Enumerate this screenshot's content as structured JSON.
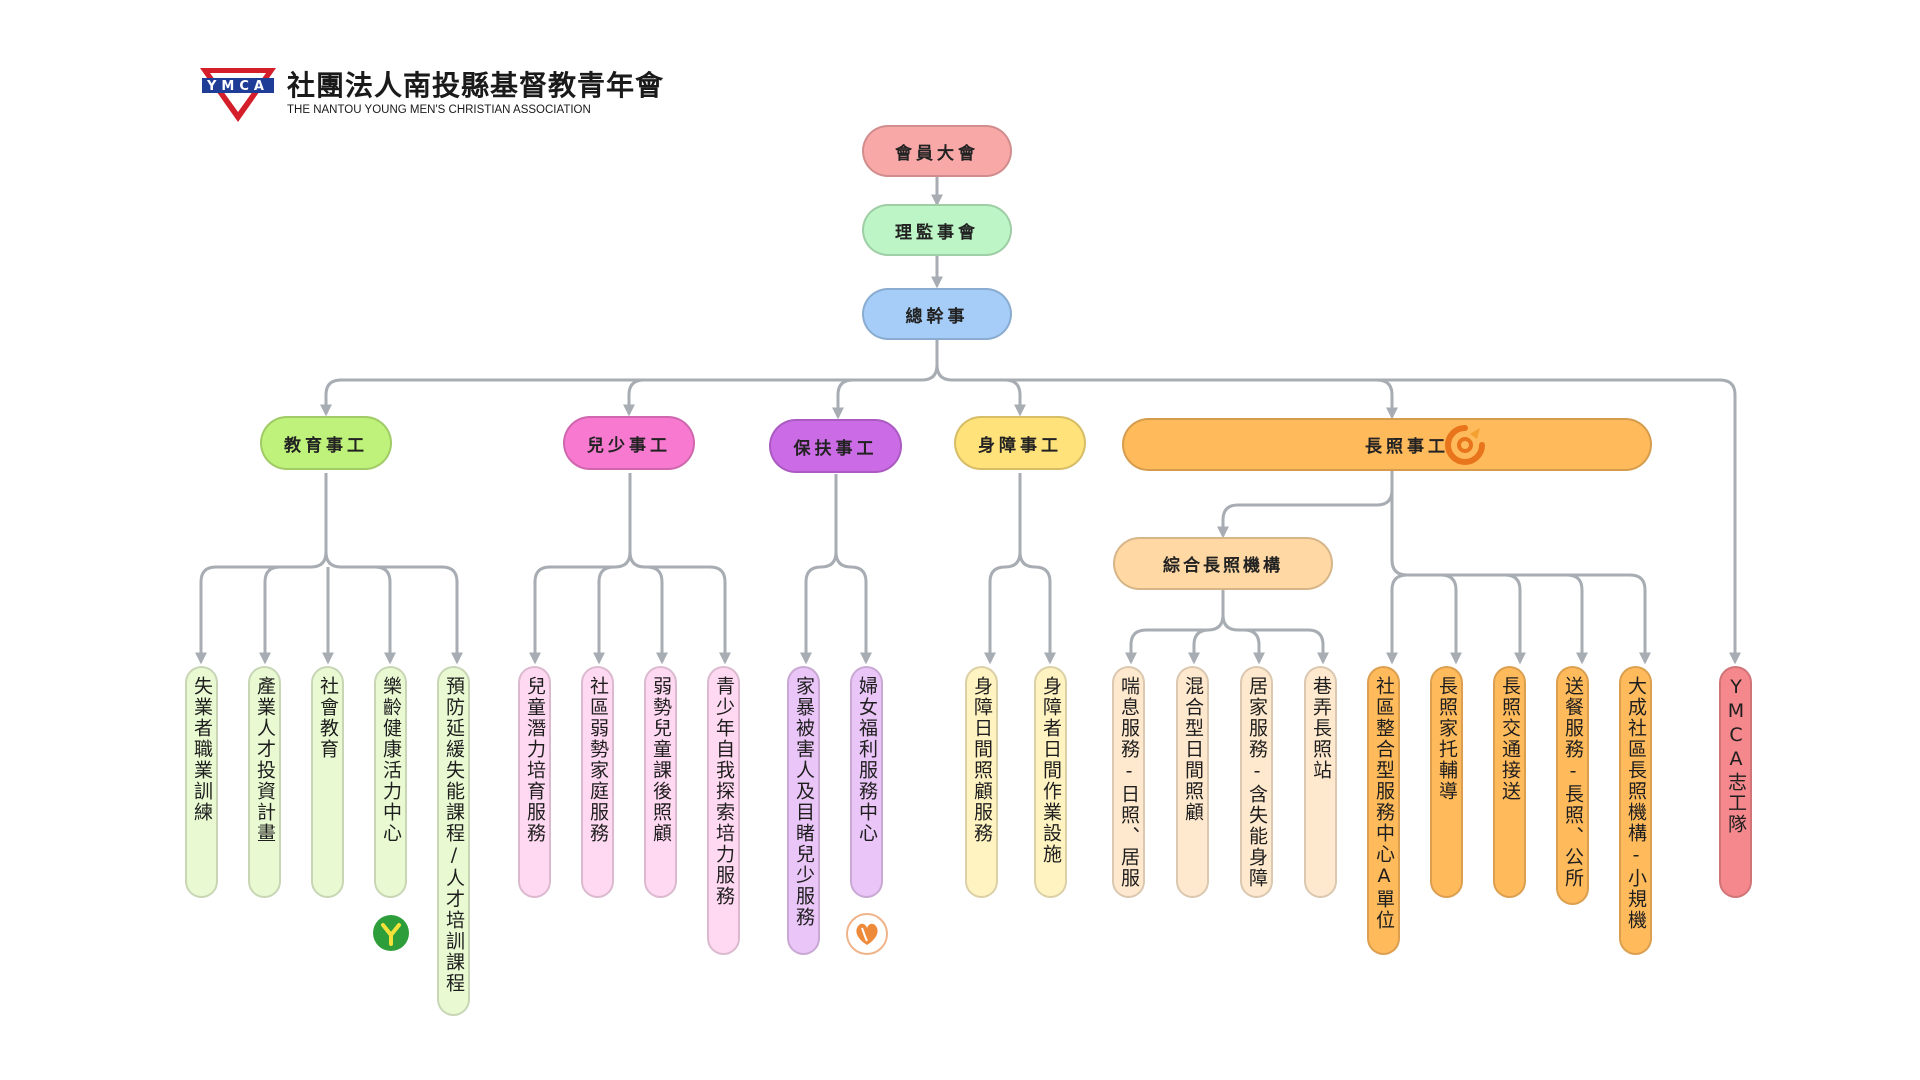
{
  "header": {
    "logo_text": "YMCA",
    "org_name_zh": "社團法人南投縣基督教青年會",
    "org_name_en": "THE NANTOU YOUNG MEN'S CHRISTIAN ASSOCIATION"
  },
  "top": {
    "assembly": "會員大會",
    "board": "理監事會",
    "secretary": "總幹事"
  },
  "departments": {
    "education": "教育事工",
    "youth": "兒少事工",
    "protection": "保扶事工",
    "disability": "身障事工",
    "ltc": "長照事工",
    "ltc_sub": "綜合長照機構"
  },
  "leaves": {
    "edu_1": "失業者職業訓練",
    "edu_2": "產業人才投資計畫",
    "edu_3": "社會教育",
    "edu_4": "樂齡健康活力中心",
    "edu_5": "預防延緩失能課程/人才培訓課程",
    "youth_1": "兒童潛力培育服務",
    "youth_2": "社區弱勢家庭服務",
    "youth_3": "弱勢兒童課後照顧",
    "youth_4": "青少年自我探索培力服務",
    "prot_1": "家暴被害人及目睹兒少服務",
    "prot_2": "婦女福利服務中心",
    "dis_1": "身障日間照顧服務",
    "dis_2": "身障者日間作業設施",
    "ltcsub_1": "喘息服務-日照、居服",
    "ltcsub_2": "混合型日間照顧",
    "ltcsub_3": "居家服務-含失能身障",
    "ltcsub_4": "巷弄長照站",
    "ltc_1": "社區整合型服務中心A單位",
    "ltc_2": "長照家托輔導",
    "ltc_3": "長照交通接送",
    "ltc_4": "送餐服務-長照、公所",
    "ltc_5": "大成社區長照機構-小規機",
    "ymca": "YMCA志工隊"
  },
  "icons": {
    "ltc_logo": "ltc-badge-icon",
    "active_aging_logo": "active-aging-icon",
    "women_center_logo": "women-center-icon"
  },
  "colors": {
    "assembly": "#F9A8A8",
    "board": "#BDF5C6",
    "secretary": "#A5CDF8",
    "education": "#BFF27A",
    "youth": "#F77AD0",
    "protection": "#CB6CE6",
    "disability": "#FFE27A",
    "ltc": "#FFBA5C",
    "ltc_sub": "#FFD8A3",
    "ymca": "#F4888C",
    "connector": "#A7ADB3"
  }
}
